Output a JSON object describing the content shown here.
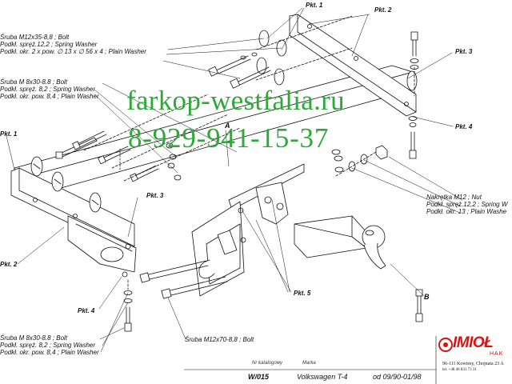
{
  "labels": {
    "pkt1_top": "Pkt. 1",
    "pkt2_top": "Pkt. 2",
    "pkt3_right": "Pkt. 3",
    "pkt4_right": "Pkt. 4",
    "pkt1_left": "Pkt. 1",
    "pkt2_left": "Pkt. 2",
    "pkt3_left": "Pkt. 3",
    "pkt4_left": "Pkt. 4",
    "pkt5": "Pkt. 5",
    "point_a": "A",
    "point_b": "B"
  },
  "callouts": {
    "bolt_m12_lines": [
      "Śruba M12x35-8,8 ;  Bolt",
      "Podkł. spręż.12,2 ; Spring Washer",
      "Podkł. okr. 2 x pow. ∅ 13 x ∅ 56 x 4 ; Plain Washer"
    ],
    "bolt_m8_upper_lines": [
      "Śruba M 8x30-8,8 ;  Bolt",
      "Podkł. spręż. 8,2 ; Spring Washer",
      "Podkł. okr. pow. 8,4 ; Plain Washer"
    ],
    "nut_lines": [
      "Nakrętka  M12 ; Nut",
      "Podkł. spręż.12,2 ; Spring W",
      "Podkł. okr. 13 ; Plain Washe"
    ],
    "bolt_m8_lower_lines": [
      "Śruba M 8x30-8,8 ;  Bolt",
      "Podkł. spręż. 8,2 ; Spring Washer",
      "Podkł. okr. pow. 8,4 ; Plain Washer"
    ],
    "bolt_m12x70": "Śruba M12x70-8,8 ;  Bolt"
  },
  "watermark": {
    "site": "farkop-westfalia.ru",
    "phone": "8-929-941-15-37"
  },
  "title_block": {
    "catalog_label": "Nr katalogowy",
    "catalog_value": "W/015",
    "brand_label": "Marka",
    "brand_value": "Volkswagen T-4",
    "years": "od 09/90-01/98"
  },
  "company": {
    "logo": "IMIOŁ",
    "sub": "HAK",
    "address": "96-111 Kowiesy, Chojnata 23 A",
    "phone": "tel. +48 46 831 73 31"
  },
  "colors": {
    "watermark": "#2fa83a",
    "logo": "#dd1111",
    "line": "#111111"
  }
}
